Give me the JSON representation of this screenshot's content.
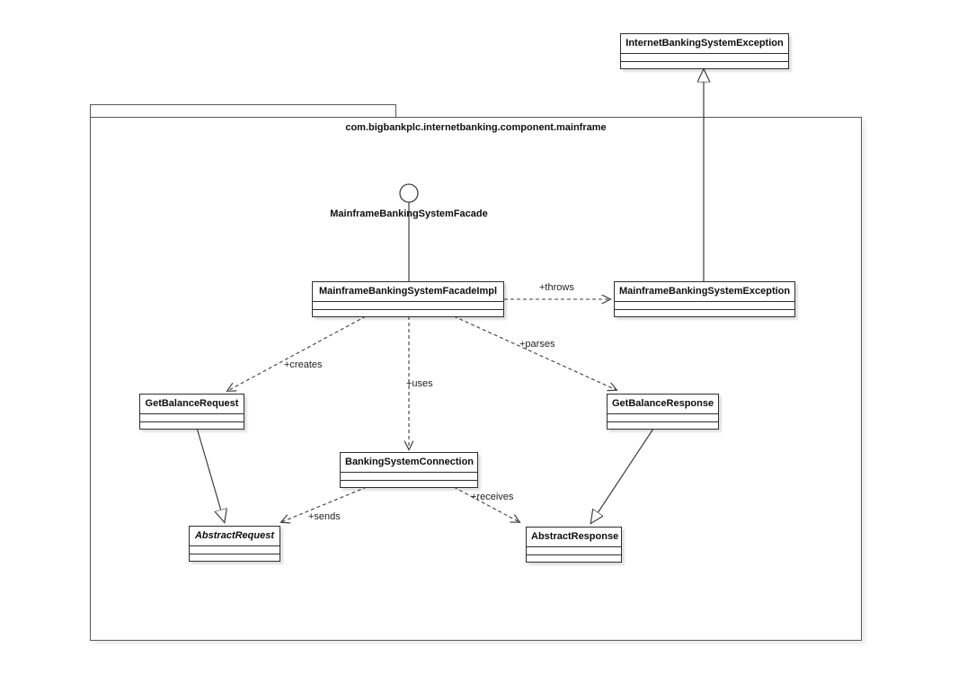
{
  "package": {
    "label": "com.bigbankplc.internetbanking.component.mainframe"
  },
  "interface": {
    "label": "MainframeBankingSystemFacade",
    "kind": "lollipop-interface"
  },
  "classes": {
    "internet_banking_system_exception": {
      "name": "InternetBankingSystemException",
      "abstract": false,
      "inside_package": false
    },
    "mainframe_facade_impl": {
      "name": "MainframeBankingSystemFacadeImpl",
      "abstract": false,
      "inside_package": true
    },
    "mainframe_exception": {
      "name": "MainframeBankingSystemException",
      "abstract": false,
      "inside_package": true
    },
    "get_balance_request": {
      "name": "GetBalanceRequest",
      "abstract": false,
      "inside_package": true
    },
    "get_balance_response": {
      "name": "GetBalanceResponse",
      "abstract": false,
      "inside_package": true
    },
    "banking_system_connection": {
      "name": "BankingSystemConnection",
      "abstract": false,
      "inside_package": true
    },
    "abstract_request": {
      "name": "AbstractRequest",
      "abstract": true,
      "inside_package": true
    },
    "abstract_response": {
      "name": "AbstractResponse",
      "abstract": false,
      "inside_package": true
    }
  },
  "edges": {
    "throws": {
      "label": "+throws",
      "type": "dashed-dependency",
      "from": "MainframeBankingSystemFacadeImpl",
      "to": "MainframeBankingSystemException"
    },
    "creates": {
      "label": "+creates",
      "type": "dashed-dependency",
      "from": "MainframeBankingSystemFacadeImpl",
      "to": "GetBalanceRequest"
    },
    "uses": {
      "label": "+uses",
      "type": "dashed-dependency",
      "from": "MainframeBankingSystemFacadeImpl",
      "to": "BankingSystemConnection"
    },
    "parses": {
      "label": "+parses",
      "type": "dashed-dependency",
      "from": "MainframeBankingSystemFacadeImpl",
      "to": "GetBalanceResponse"
    },
    "sends": {
      "label": "+sends",
      "type": "dashed-dependency",
      "from": "BankingSystemConnection",
      "to": "AbstractRequest"
    },
    "receives": {
      "label": "+receives",
      "type": "dashed-dependency",
      "from": "BankingSystemConnection",
      "to": "AbstractResponse"
    },
    "gen_exception": {
      "label": "",
      "type": "generalization",
      "from": "MainframeBankingSystemException",
      "to": "InternetBankingSystemException"
    },
    "gen_request": {
      "label": "",
      "type": "generalization",
      "from": "GetBalanceRequest",
      "to": "AbstractRequest"
    },
    "gen_response": {
      "label": "",
      "type": "generalization",
      "from": "GetBalanceResponse",
      "to": "AbstractResponse"
    }
  },
  "colors": {
    "box_fill": "#ffffff",
    "box_border": "#2e2e2e",
    "line": "#3d3d3d",
    "background": "#ffffff"
  }
}
